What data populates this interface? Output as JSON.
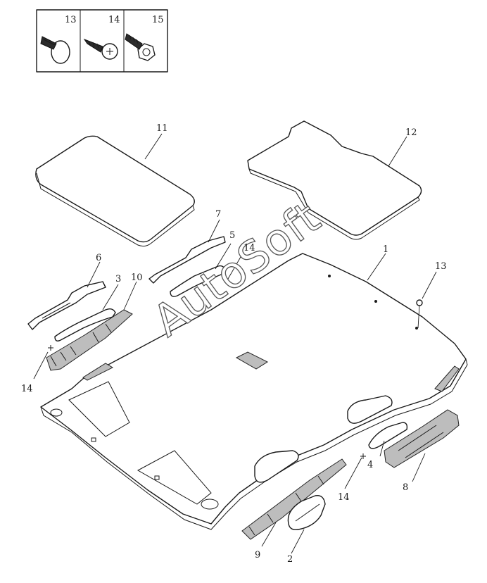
{
  "watermark": "AutoSoft",
  "legend_labels": [
    "13",
    "14",
    "15"
  ],
  "callouts": [
    {
      "id": "c1",
      "text": "1"
    },
    {
      "id": "c2",
      "text": "2"
    },
    {
      "id": "c3",
      "text": "3"
    },
    {
      "id": "c4",
      "text": "4"
    },
    {
      "id": "c5",
      "text": "5"
    },
    {
      "id": "c6",
      "text": "6"
    },
    {
      "id": "c7",
      "text": "7"
    },
    {
      "id": "c8",
      "text": "8"
    },
    {
      "id": "c9",
      "text": "9"
    },
    {
      "id": "c10",
      "text": "10"
    },
    {
      "id": "c11",
      "text": "11"
    },
    {
      "id": "c12",
      "text": "12"
    },
    {
      "id": "c13",
      "text": "13"
    },
    {
      "id": "c14a",
      "text": "14"
    },
    {
      "id": "c14b",
      "text": "14"
    },
    {
      "id": "c14c",
      "text": "14"
    }
  ]
}
